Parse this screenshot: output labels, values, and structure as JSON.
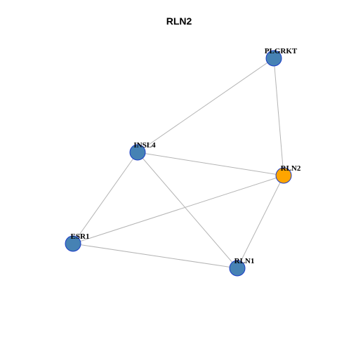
{
  "title": "RLN2",
  "nodes": [
    {
      "id": "PLGRKT",
      "label": "PLGRKT",
      "color": "#4682B4"
    },
    {
      "id": "INSL4",
      "label": "INSL4",
      "color": "#4682B4"
    },
    {
      "id": "RLN2",
      "label": "RLN2",
      "color": "#FFA500"
    },
    {
      "id": "ESR1",
      "label": "ESR1",
      "color": "#4682B4"
    },
    {
      "id": "RLN1",
      "label": "RLN1",
      "color": "#4682B4"
    }
  ],
  "edges": [
    [
      "PLGRKT",
      "INSL4"
    ],
    [
      "PLGRKT",
      "RLN2"
    ],
    [
      "INSL4",
      "RLN2"
    ],
    [
      "INSL4",
      "ESR1"
    ],
    [
      "INSL4",
      "RLN1"
    ],
    [
      "RLN2",
      "ESR1"
    ],
    [
      "RLN2",
      "RLN1"
    ],
    [
      "ESR1",
      "RLN1"
    ]
  ]
}
